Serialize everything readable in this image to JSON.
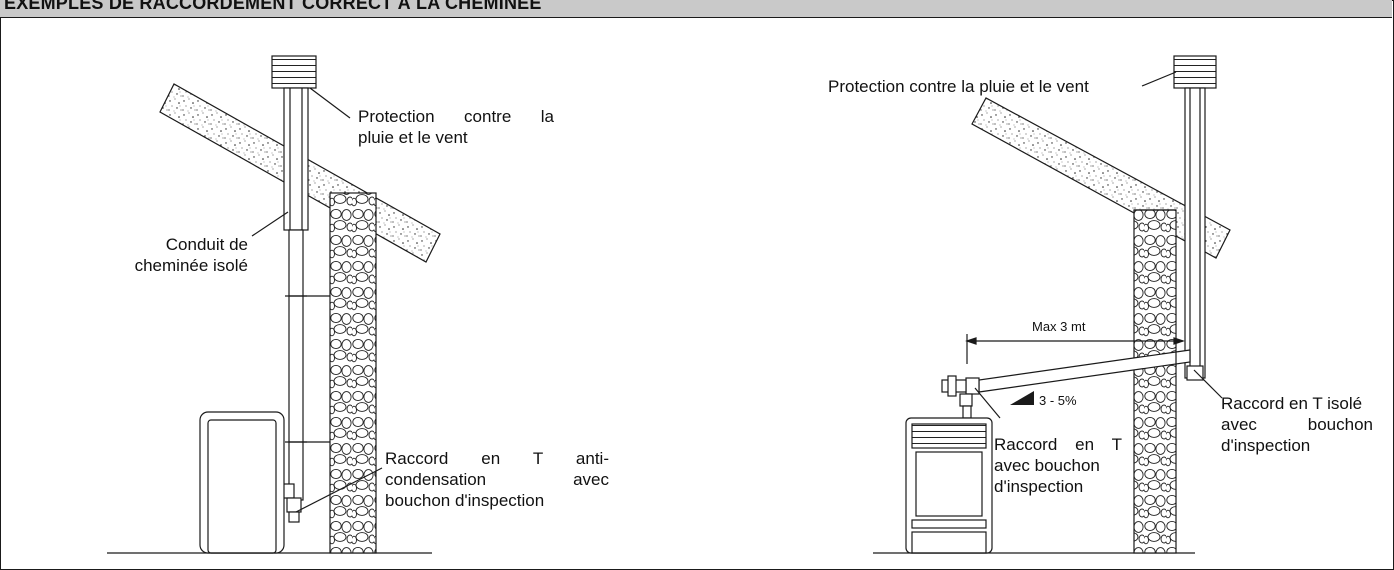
{
  "header": {
    "title": "EXEMPLES DE RACCORDEMENT CORRECT À LA CHEMINÉE"
  },
  "left_diagram": {
    "rain_protection": [
      "Protection contre la",
      "pluie et le vent"
    ],
    "insulated_flue": [
      "Conduit de",
      "cheminée isolé"
    ],
    "t_anticondensation": [
      "Raccord en T anti-",
      "condensation avec",
      "bouchon d'inspection"
    ]
  },
  "right_diagram": {
    "rain_protection": "Protection contre la pluie et le vent",
    "max_distance": "Max 3 mt",
    "slope": "3 - 5%",
    "t_with_cap": [
      "Raccord en T",
      "avec bouchon",
      "d'inspection"
    ],
    "t_insulated_with_cap": [
      "Raccord en T isolé",
      "avec bouchon",
      "d'inspection"
    ]
  },
  "colors": {
    "header_bg": "#c9c9c9",
    "line": "#1a1a1a"
  }
}
